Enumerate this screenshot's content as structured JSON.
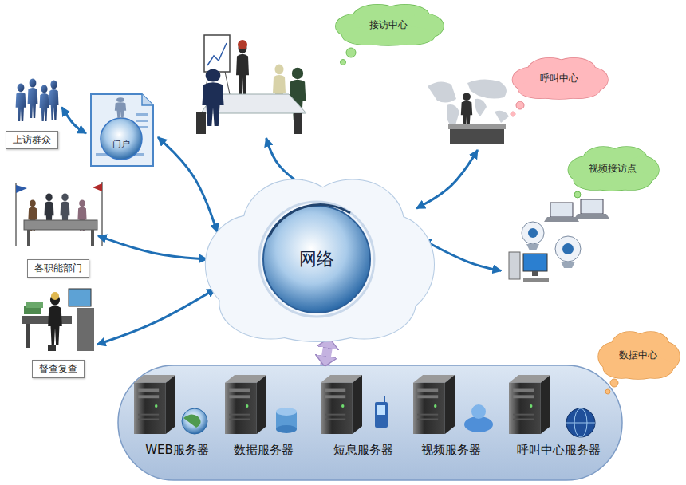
{
  "diagram": {
    "nodes": [
      {
        "text": [
          "上访群众"
        ]
      },
      {
        "text": [
          "门户"
        ]
      },
      {
        "text": [
          "各职能部门"
        ]
      },
      {
        "text": [
          "督查复查"
        ]
      },
      {
        "text": [
          "接访中心"
        ]
      },
      {
        "text": [
          "呼叫中心"
        ]
      },
      {
        "text": [
          "视频接访点"
        ]
      },
      {
        "text": [
          "网络"
        ]
      },
      {
        "text": [
          "数据中心"
        ]
      },
      {
        "text": [
          "WEB服务器"
        ],
        "in": 8
      },
      {
        "text": [
          "数据服务器"
        ],
        "in": 8
      },
      {
        "text": [
          "短息服务器"
        ],
        "in": 8
      },
      {
        "text": [
          "视频服务器"
        ],
        "in": 8
      },
      {
        "text": [
          "呼叫中心服务器"
        ],
        "in": 8
      }
    ],
    "edges": [
      {
        "from": 0,
        "to": 1,
        "arrow": "both"
      },
      {
        "from": 1,
        "to": 7,
        "arrow": "both"
      },
      {
        "from": 2,
        "to": 7,
        "arrow": "both"
      },
      {
        "from": 3,
        "to": 7,
        "arrow": "both"
      },
      {
        "from": 4,
        "to": 7,
        "arrow": "both"
      },
      {
        "from": 5,
        "to": 7,
        "arrow": "both"
      },
      {
        "from": 6,
        "to": 7,
        "arrow": "both"
      },
      {
        "from": 7,
        "to": 8,
        "arrow": "both"
      }
    ]
  }
}
